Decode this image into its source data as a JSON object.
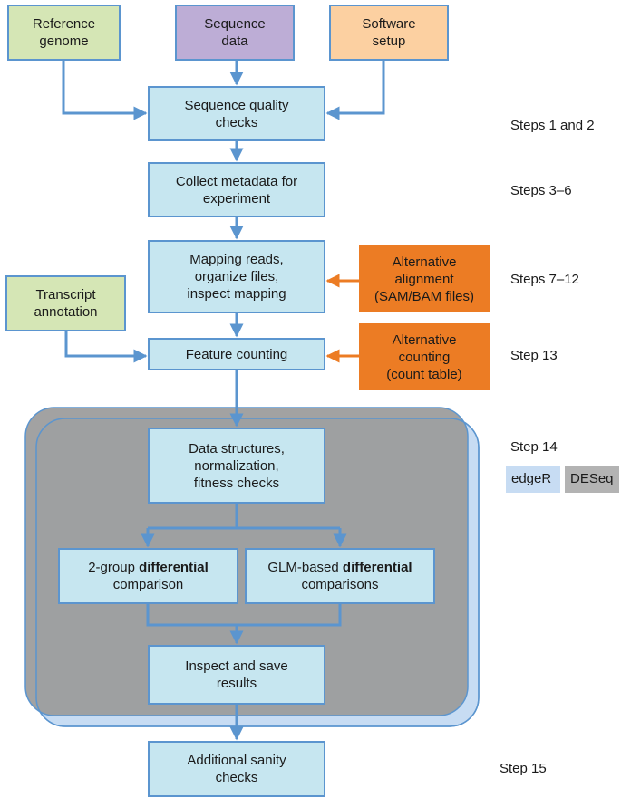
{
  "boxes": {
    "reference_genome": [
      "Reference",
      "genome"
    ],
    "sequence_data": [
      "Sequence",
      "data"
    ],
    "software_setup": [
      "Software",
      "setup"
    ],
    "quality_checks": [
      "Sequence quality",
      "checks"
    ],
    "collect_metadata": [
      "Collect metadata for",
      "experiment"
    ],
    "mapping_reads": [
      "Mapping reads,",
      "organize files,",
      "inspect mapping"
    ],
    "alternative_alignment": [
      "Alternative",
      "alignment",
      "(SAM/BAM files)"
    ],
    "transcript_annotation": [
      "Transcript",
      "annotation"
    ],
    "feature_counting": [
      "Feature counting"
    ],
    "alternative_counting": [
      "Alternative",
      "counting",
      "(count table)"
    ],
    "data_structures": [
      "Data structures,",
      "normalization,",
      "fitness checks"
    ],
    "two_group": {
      "line1_prefix": "2-group ",
      "line1_bold": "differential",
      "line2": "comparison"
    },
    "glm_based": {
      "line1_prefix": "GLM-based ",
      "line1_bold": "differential",
      "line2": "comparisons"
    },
    "inspect_results": [
      "Inspect and save",
      "results"
    ],
    "sanity_checks": [
      "Additional sanity",
      "checks"
    ]
  },
  "steps": {
    "s1": "Steps 1 and 2",
    "s2": "Steps 3–6",
    "s3": "Steps 7–12",
    "s4": "Step 13",
    "s5": "Step 14",
    "s6": "Step 15"
  },
  "legend": {
    "edger": "edgeR",
    "deseq": "DESeq"
  },
  "colors": {
    "box_blue": "#c6e6f0",
    "box_green": "#d5e6b5",
    "box_purple": "#bdadd6",
    "box_peach": "#fcd0a1",
    "box_orange": "#ec7c24",
    "arrow_blue": "#5b95cf",
    "arrow_orange": "#ec7c24",
    "region_edger": "#c7dcf3",
    "region_deseq": "#9a9a9a"
  }
}
